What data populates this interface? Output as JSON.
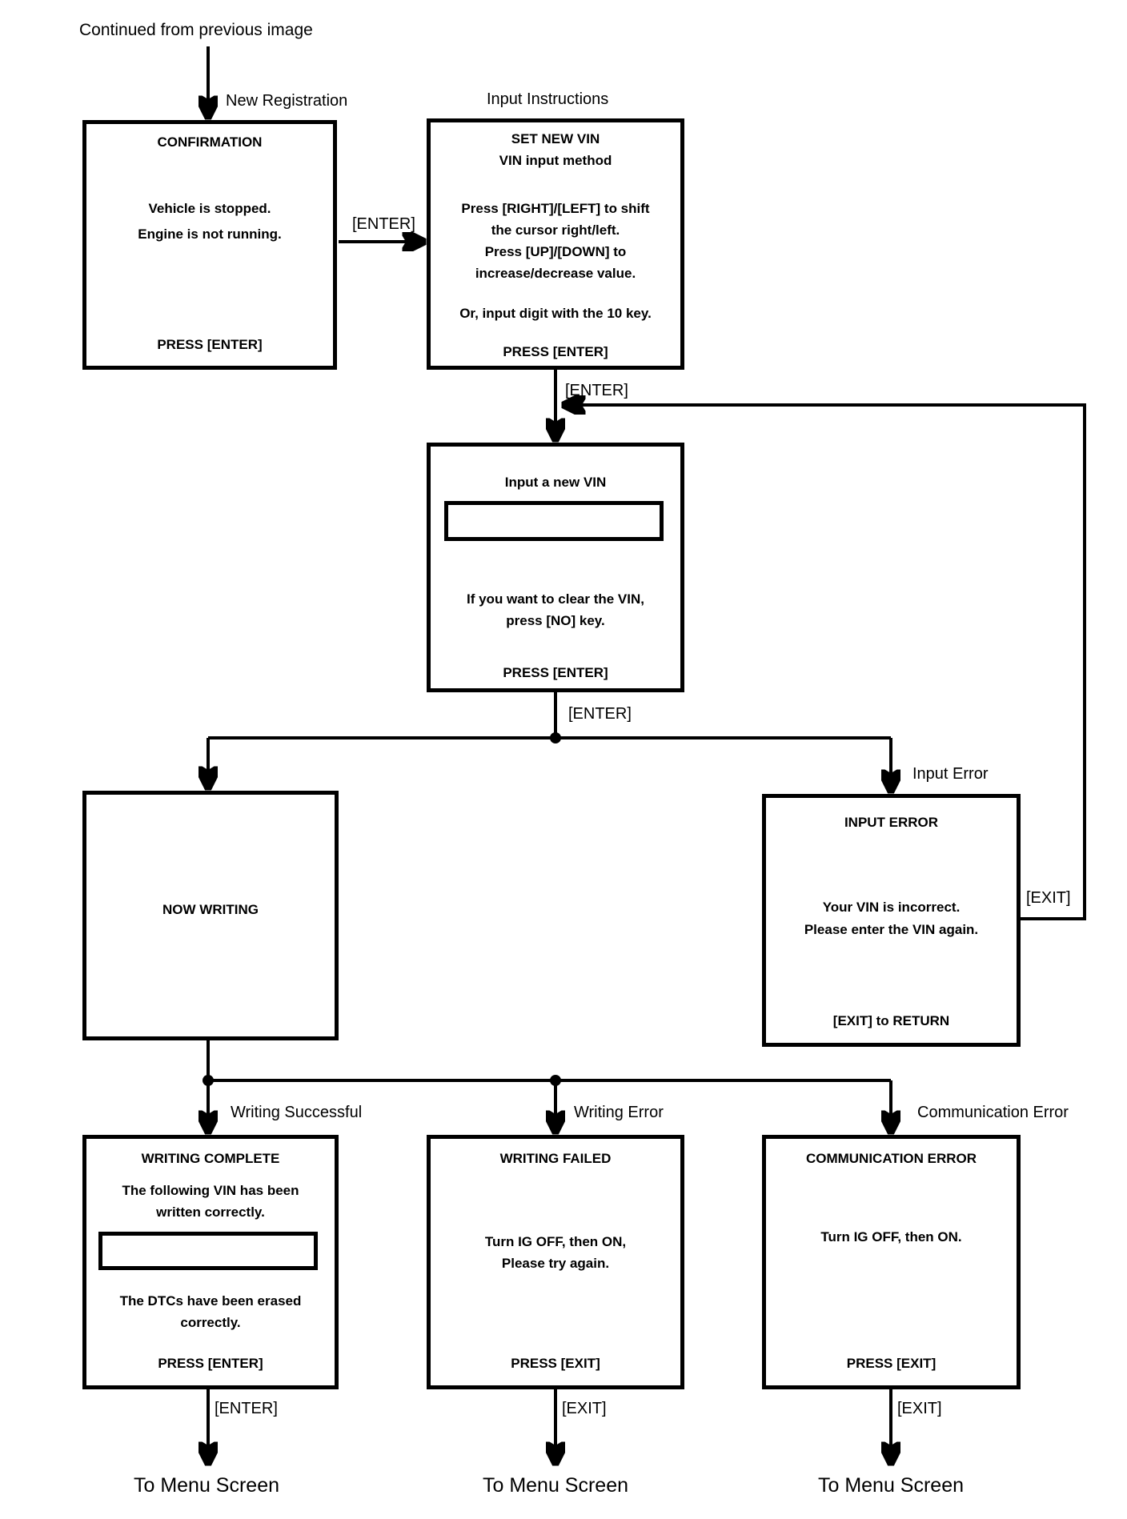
{
  "header": {
    "continued": "Continued from previous image"
  },
  "labels": {
    "new_registration": "New Registration",
    "input_instructions": "Input Instructions",
    "enter_to_instructions": "[ENTER]",
    "enter_to_input": "[ENTER]",
    "enter_submit": "[ENTER]",
    "input_error": "Input Error",
    "exit_feedback": "[EXIT]",
    "writing_successful": "Writing Successful",
    "writing_error": "Writing Error",
    "communication_error": "Communication Error",
    "enter_to_menu": "[ENTER]",
    "exit_to_menu_failed": "[EXIT]",
    "exit_to_menu_comm": "[EXIT]",
    "to_menu_1": "To Menu Screen",
    "to_menu_2": "To Menu Screen",
    "to_menu_3": "To Menu Screen"
  },
  "screens": {
    "confirmation": {
      "title": "CONFIRMATION",
      "body": [
        "Vehicle is stopped.",
        "Engine is not running."
      ],
      "footer": "PRESS [ENTER]"
    },
    "set_new_vin": {
      "title": [
        "SET NEW VIN",
        "VIN input method"
      ],
      "body": [
        "Press [RIGHT]/[LEFT] to shift",
        "the cursor right/left.",
        "Press [UP]/[DOWN] to",
        "increase/decrease value."
      ],
      "note": "Or, input digit with the 10 key.",
      "footer": "PRESS [ENTER]"
    },
    "input_new_vin": {
      "title": "Input a new VIN",
      "field_value": "",
      "body": [
        "If you want to clear the VIN,",
        "press [NO] key."
      ],
      "footer": "PRESS [ENTER]"
    },
    "now_writing": {
      "title": "NOW WRITING"
    },
    "input_error": {
      "title": "INPUT ERROR",
      "body": [
        "Your VIN is incorrect.",
        "Please enter the VIN again."
      ],
      "footer": "[EXIT] to RETURN"
    },
    "writing_complete": {
      "title": "WRITING COMPLETE",
      "body1": [
        "The following VIN has been",
        "written correctly."
      ],
      "field_value": "",
      "body2": [
        "The DTCs have been erased",
        "correctly."
      ],
      "footer": "PRESS [ENTER]"
    },
    "writing_failed": {
      "title": "WRITING FAILED",
      "body": [
        "Turn IG OFF, then ON,",
        "Please try again."
      ],
      "footer": "PRESS [EXIT]"
    },
    "communication_error": {
      "title": "COMMUNICATION ERROR",
      "body": [
        "Turn IG OFF, then ON."
      ],
      "footer": "PRESS [EXIT]"
    }
  },
  "colors": {
    "line": "#000000",
    "background": "#ffffff"
  }
}
